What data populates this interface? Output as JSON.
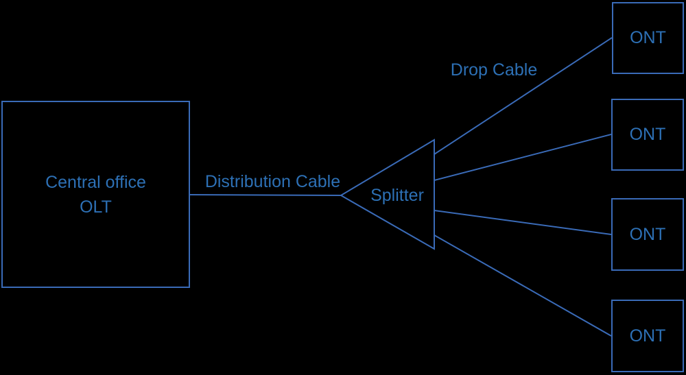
{
  "diagram": {
    "central_office": {
      "line1": "Central office",
      "line2": "OLT"
    },
    "splitter_label": "Splitter",
    "distribution_cable_label": "Distribution Cable",
    "drop_cable_label": "Drop Cable",
    "onts": [
      {
        "label": "ONT"
      },
      {
        "label": "ONT"
      },
      {
        "label": "ONT"
      },
      {
        "label": "ONT"
      }
    ],
    "colors": {
      "background": "#000000",
      "line": "#3a6bb8",
      "text": "#2d70b5"
    }
  }
}
